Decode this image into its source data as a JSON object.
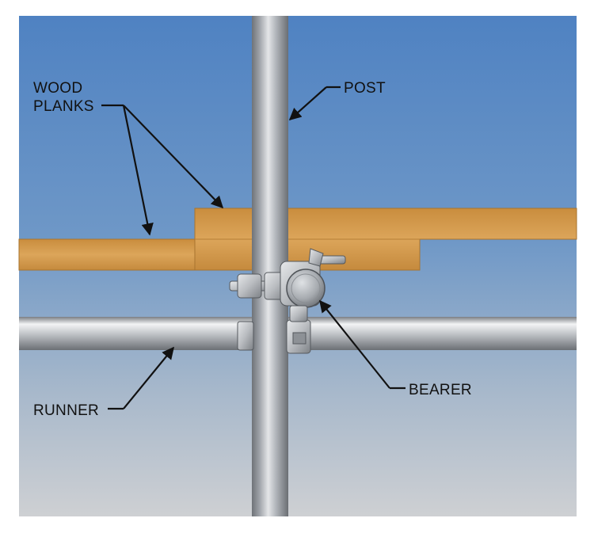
{
  "labels": {
    "planks_line1": "WOOD",
    "planks_line2": "PLANKS",
    "post": "POST",
    "bearer": "BEARER",
    "runner": "RUNNER"
  },
  "colors": {
    "sky_top": "#4d7fbf",
    "sky_bottom": "#c9cdd2",
    "wood": "#d39a4c",
    "steel": "#a9adb3",
    "label_text": "#111111"
  }
}
